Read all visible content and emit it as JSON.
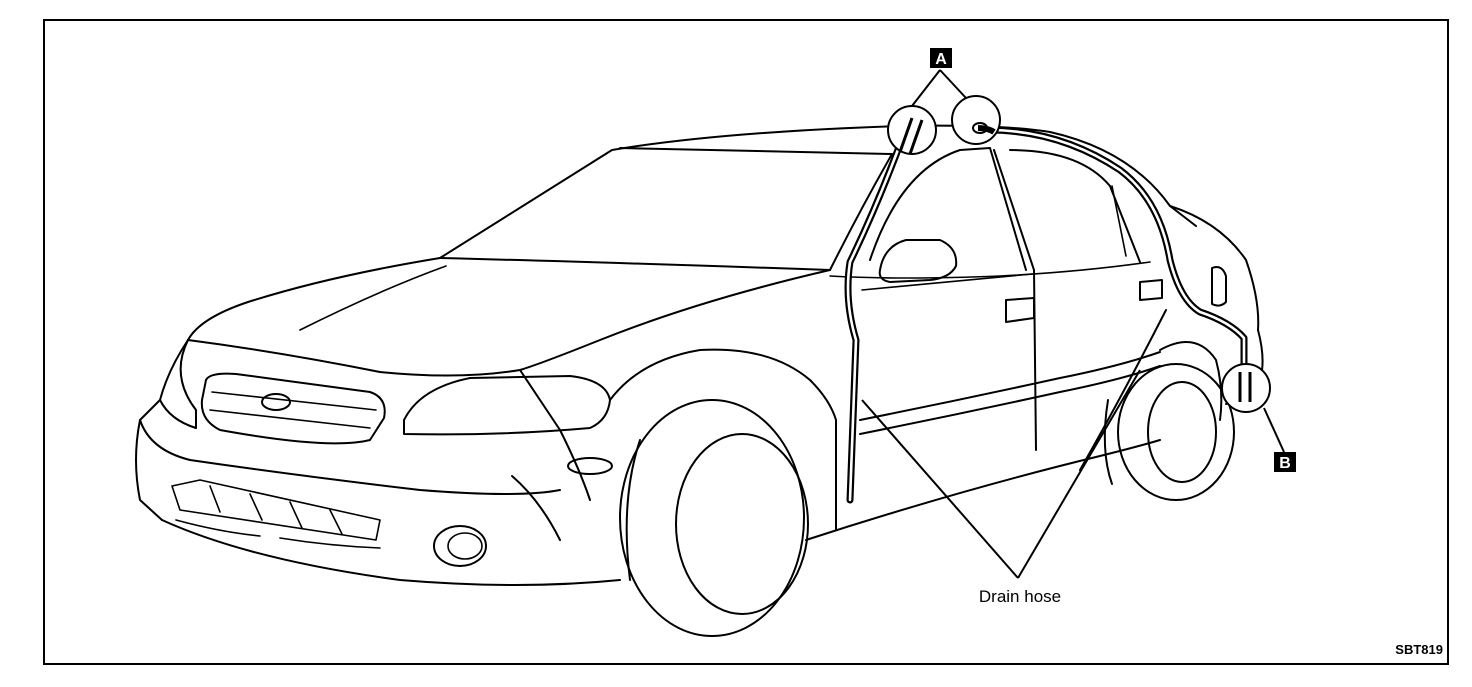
{
  "labels": {
    "marker_a": "A",
    "marker_b": "B",
    "drain_hose": "Drain hose",
    "figure_code": "SBT819"
  },
  "colors": {
    "line": "#000000",
    "background": "#ffffff"
  }
}
